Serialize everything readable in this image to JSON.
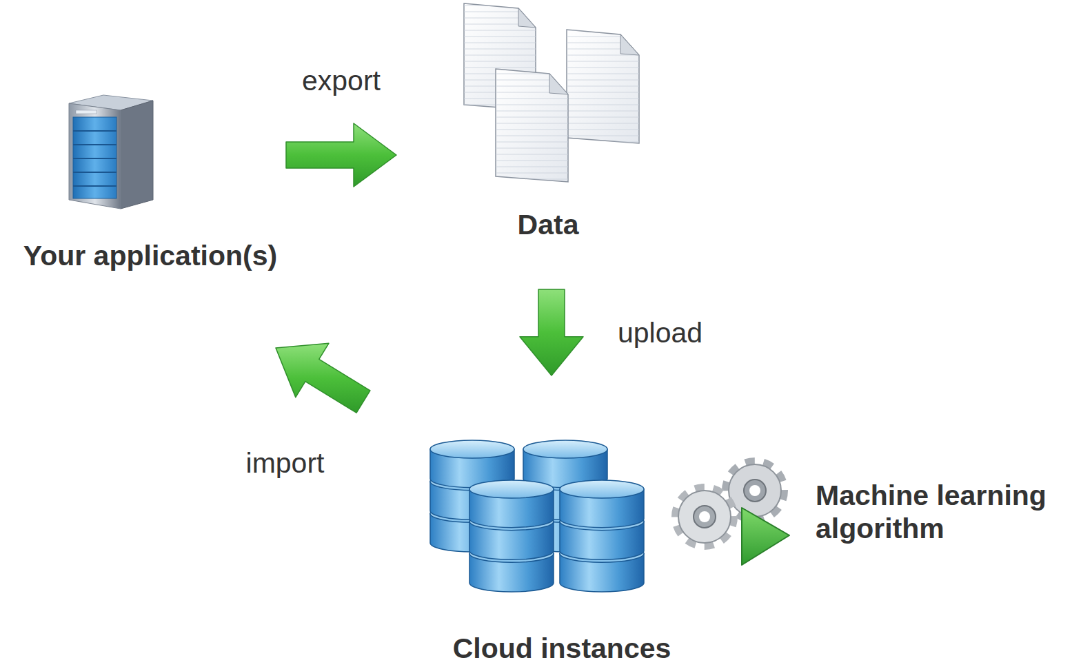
{
  "diagram": {
    "nodes": [
      {
        "text": [
          "Your application(s)"
        ]
      },
      {
        "text": [
          "Data"
        ]
      },
      {
        "text": [
          "Cloud instances"
        ]
      },
      {
        "text": [
          "Machine learning algorithm"
        ]
      }
    ],
    "edges": [
      {
        "from": 0,
        "to": 1,
        "label": "export",
        "arrow": "to"
      },
      {
        "from": 1,
        "to": 2,
        "label": "upload",
        "arrow": "to"
      },
      {
        "from": 2,
        "to": 0,
        "label": "import",
        "arrow": "to"
      }
    ]
  }
}
